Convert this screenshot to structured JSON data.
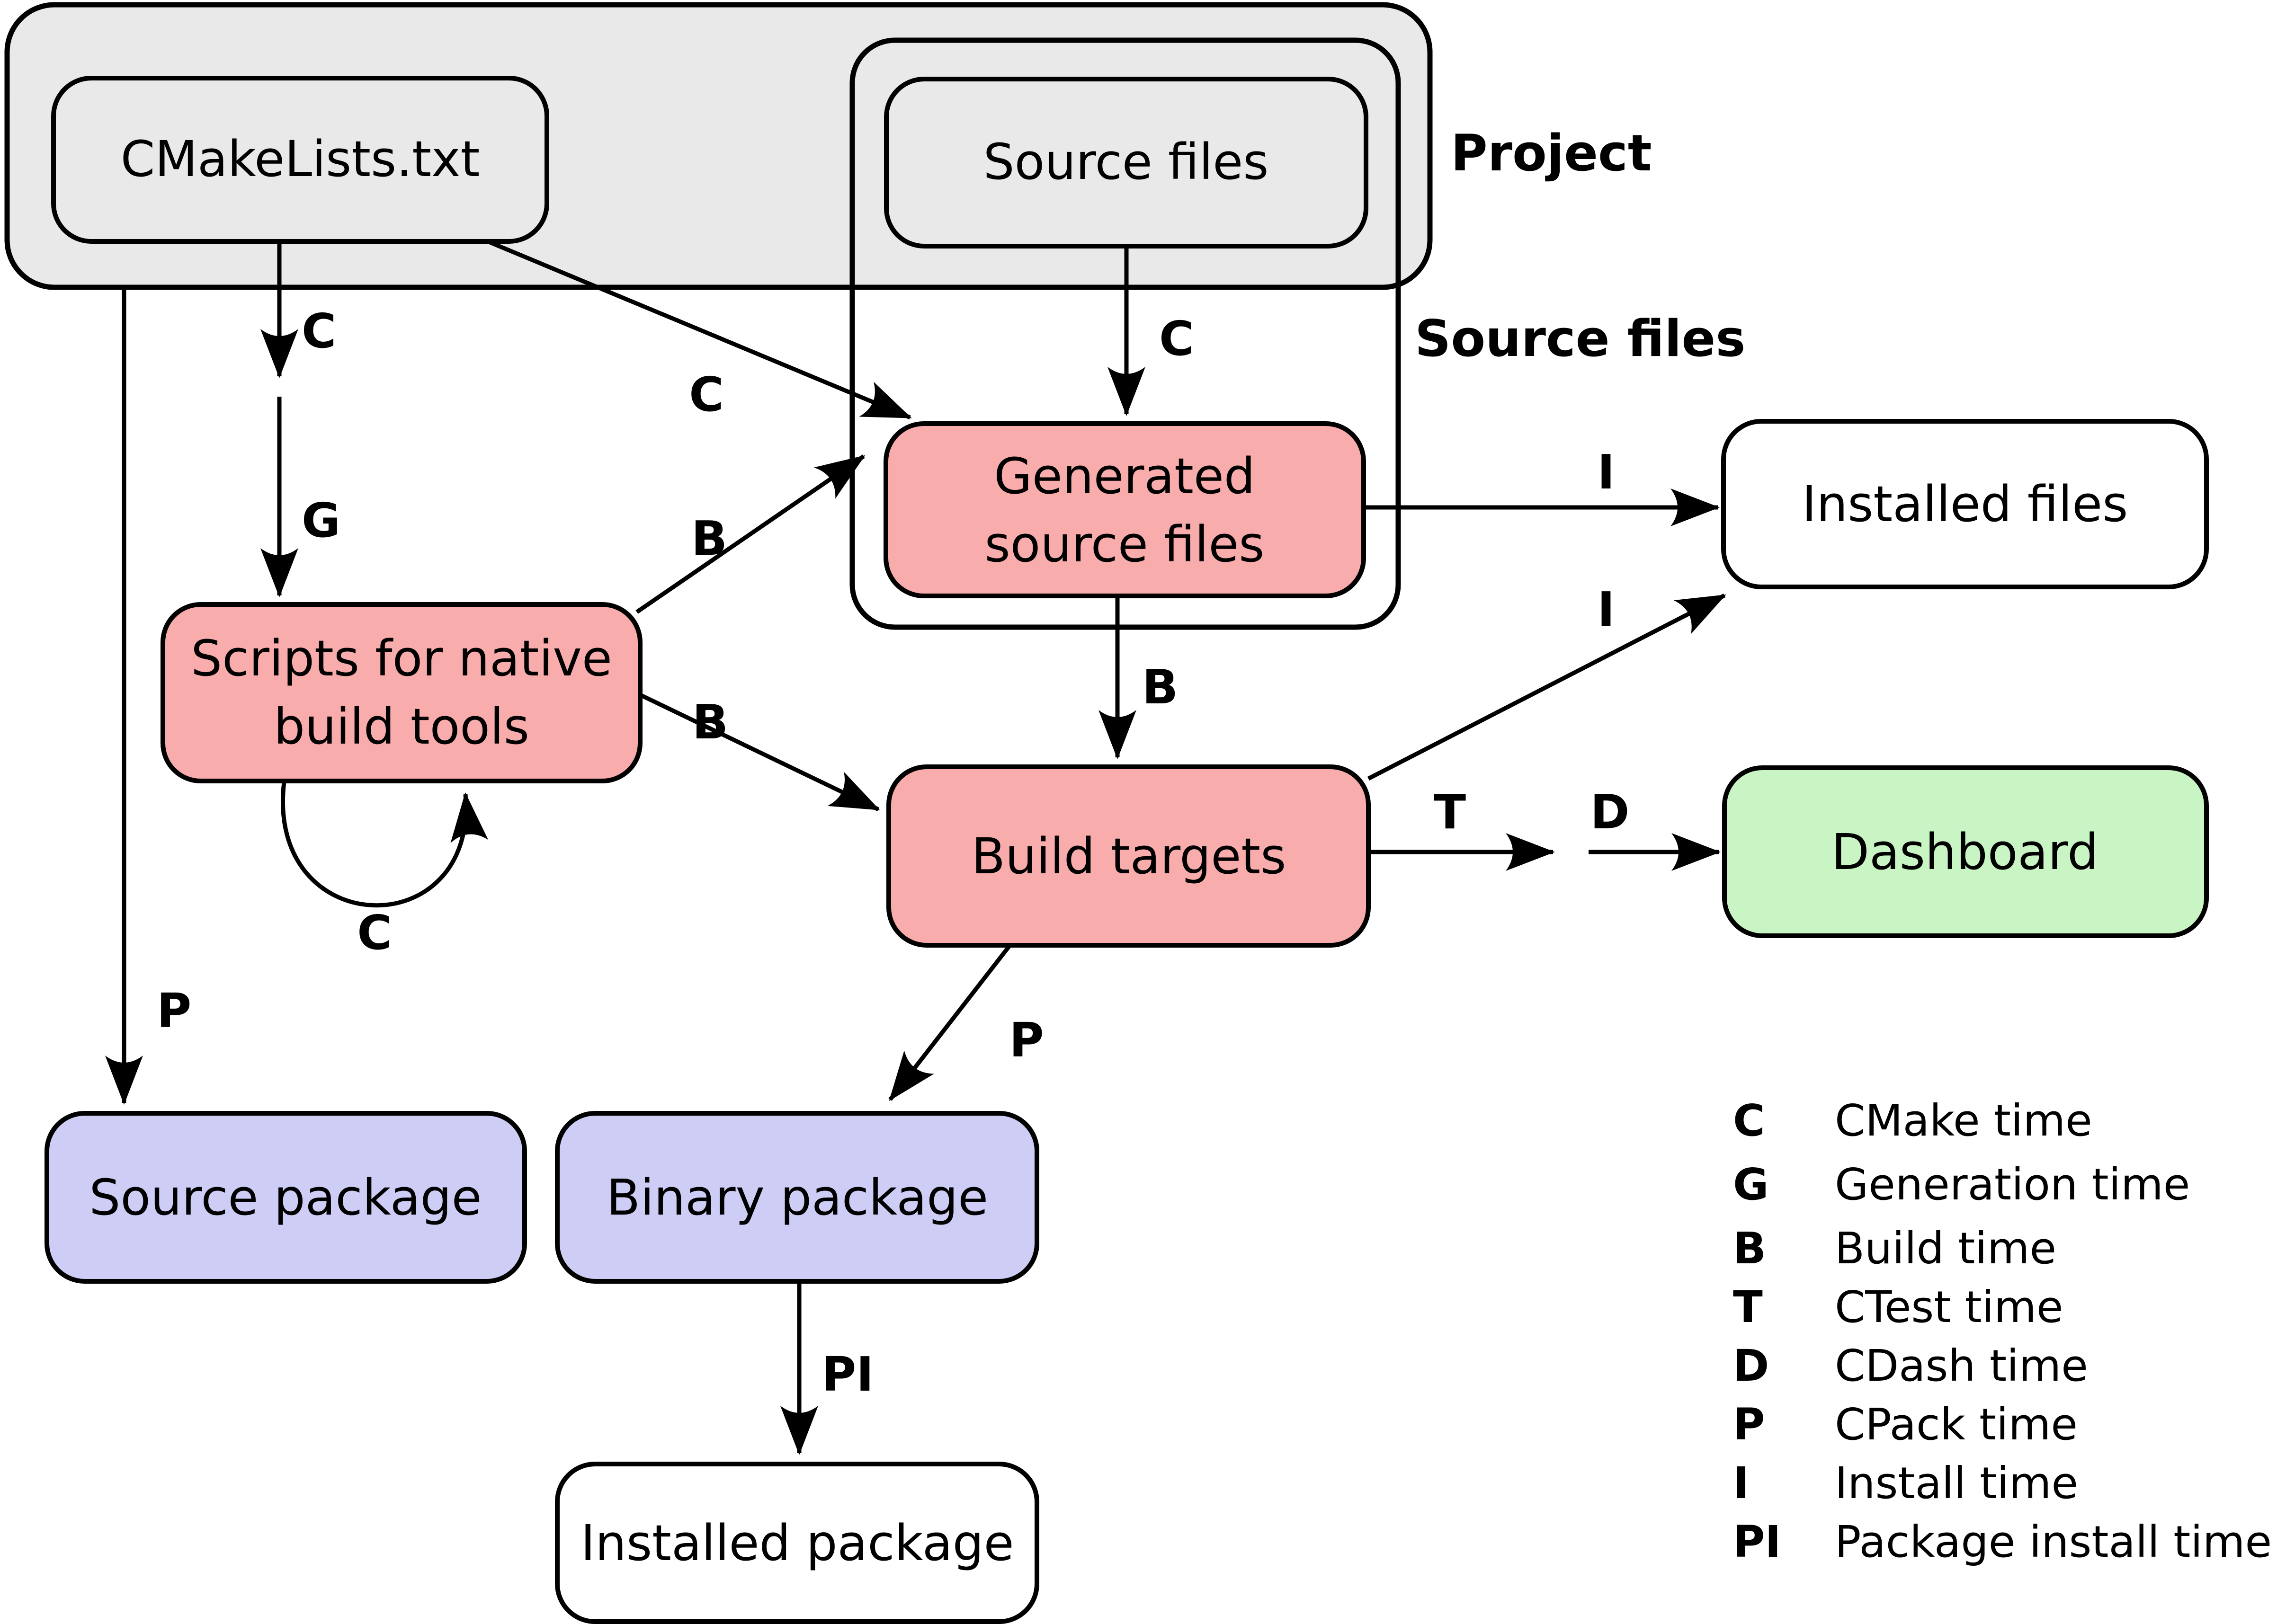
{
  "groups": {
    "project": {
      "label": "Project"
    },
    "source_files_group": {
      "label": "Source files"
    }
  },
  "nodes": {
    "cmakelists": {
      "label": "CMakeLists.txt"
    },
    "source_files": {
      "label": "Source files"
    },
    "generated_source_files": {
      "label_line1": "Generated",
      "label_line2": "source files"
    },
    "scripts_native_build": {
      "label_line1": "Scripts for native",
      "label_line2": "build tools"
    },
    "build_targets": {
      "label": "Build targets"
    },
    "installed_files": {
      "label": "Installed files"
    },
    "dashboard": {
      "label": "Dashboard"
    },
    "source_package": {
      "label": "Source package"
    },
    "binary_package": {
      "label": "Binary package"
    },
    "installed_package": {
      "label": "Installed package"
    }
  },
  "edge_labels": {
    "cmakelists_cmake": "C",
    "generation": "G",
    "cmakelists_generated_cmake": "C",
    "sourcefiles_generated_cmake": "C",
    "generated_build": "B",
    "scripts_generated_build": "B",
    "scripts_buildtargets_build": "B",
    "scripts_self_cmake": "C",
    "generated_installed_install": "I",
    "buildtargets_installed_install": "I",
    "ctest": "T",
    "cdash": "D",
    "project_cpack": "P",
    "buildtargets_cpack": "P",
    "package_install": "PI"
  },
  "legend": {
    "entries": [
      {
        "key": "C",
        "label": "CMake time"
      },
      {
        "key": "G",
        "label": "Generation time"
      },
      {
        "key": "B",
        "label": "Build time"
      },
      {
        "key": "T",
        "label": "CTest time"
      },
      {
        "key": "D",
        "label": "CDash time"
      },
      {
        "key": "P",
        "label": "CPack time"
      },
      {
        "key": "I",
        "label": "Install time"
      },
      {
        "key": "PI",
        "label": "Package install time"
      }
    ]
  },
  "colors": {
    "container_fill": "#e9e9e9",
    "node_gray": "#e9e9e9",
    "node_red": "#f9acac",
    "node_lavender": "#cdcdf5",
    "node_green": "#c9f5c5",
    "node_white": "#ffffff",
    "line": "#000000"
  }
}
